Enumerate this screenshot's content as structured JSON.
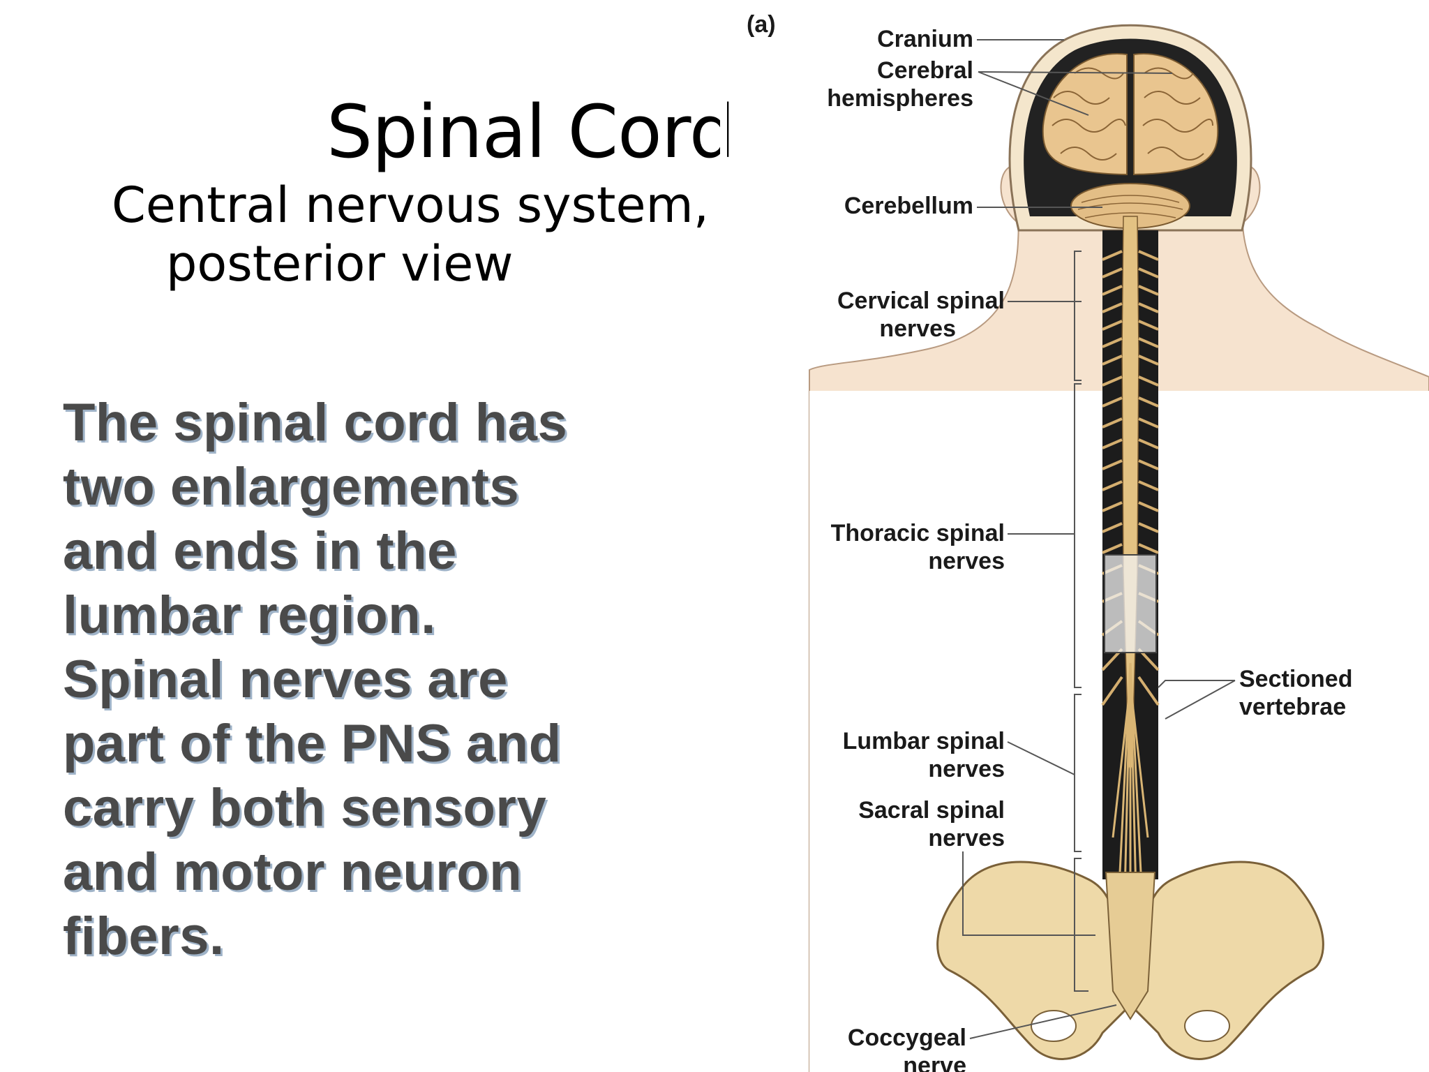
{
  "slide": {
    "title": "Spinal Cord",
    "subtitle_line1": "Central nervous system,",
    "subtitle_line2": "posterior view",
    "body_lines": [
      "The spinal cord has",
      "two enlargements",
      "and ends in the",
      "lumbar region.",
      "Spinal nerves are",
      "part of the PNS and",
      "carry both sensory",
      "and motor neuron",
      "fibers."
    ]
  },
  "figure": {
    "panel_label": "(a)",
    "labels": {
      "cranium": "Cranium",
      "cerebral_1": "Cerebral",
      "cerebral_2": "hemispheres",
      "cerebellum": "Cerebellum",
      "cervical_1": "Cervical spinal",
      "cervical_2": "nerves",
      "thoracic_1": "Thoracic spinal",
      "thoracic_2": "nerves",
      "sectioned_1": "Sectioned",
      "sectioned_2": "vertebrae",
      "lumbar_1": "Lumbar spinal",
      "lumbar_2": "nerves",
      "sacral_1": "Sacral spinal",
      "sacral_2": "nerves",
      "coccygeal_1": "Coccygeal",
      "coccygeal_2": "nerve"
    },
    "colors": {
      "skin": "#f6e3cf",
      "bone": "#eed9a8",
      "brain": "#e9c58f",
      "nerve": "#e3c283",
      "dark": "#1c1c1c"
    }
  }
}
